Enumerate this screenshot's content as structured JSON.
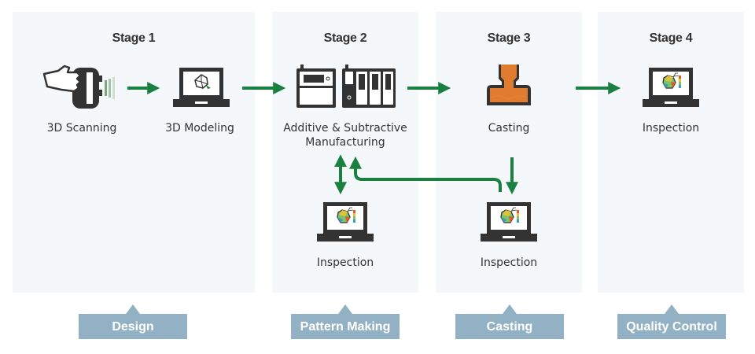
{
  "stages": [
    {
      "title": "Stage 1",
      "category": "Design"
    },
    {
      "title": "Stage 2",
      "category": "Pattern Making"
    },
    {
      "title": "Stage 3",
      "category": "Casting"
    },
    {
      "title": "Stage 4",
      "category": "Quality Control"
    }
  ],
  "steps": {
    "scanning": "3D Scanning",
    "modeling": "3D Modeling",
    "manufacturing_line1": "Additive & Subtractive",
    "manufacturing_line2": "Manufacturing",
    "casting": "Casting",
    "inspection_stage4": "Inspection",
    "inspection_pattern": "Inspection",
    "inspection_casting": "Inspection"
  },
  "colors": {
    "arrow": "#1a8040",
    "panel": "#f5f8fb",
    "tag": "#93b1c4",
    "icon": "#333333",
    "molten_metal": "#e07b30"
  }
}
